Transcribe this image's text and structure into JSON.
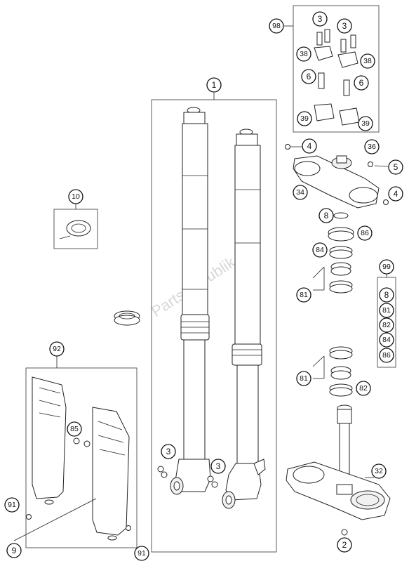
{
  "watermark": "PartsRepublik",
  "callouts": {
    "c1": "1",
    "c2": "2",
    "c3a": "3",
    "c3b": "3",
    "c3c": "3",
    "c3d": "3",
    "c4a": "4",
    "c4b": "4",
    "c5": "5",
    "c6a": "6",
    "c6b": "6",
    "c8a": "8",
    "c8b": "8",
    "c9": "9",
    "c10": "10",
    "c32": "32",
    "c34": "34",
    "c36": "36",
    "c38a": "38",
    "c38b": "38",
    "c39a": "39",
    "c39b": "39",
    "c81a": "81",
    "c81b": "81",
    "c81c": "81",
    "c82a": "82",
    "c82b": "82",
    "c84a": "84",
    "c84b": "84",
    "c85": "85",
    "c86a": "86",
    "c86b": "86",
    "c91a": "91",
    "c91b": "91",
    "c92": "92",
    "c98": "98",
    "c99": "99"
  }
}
